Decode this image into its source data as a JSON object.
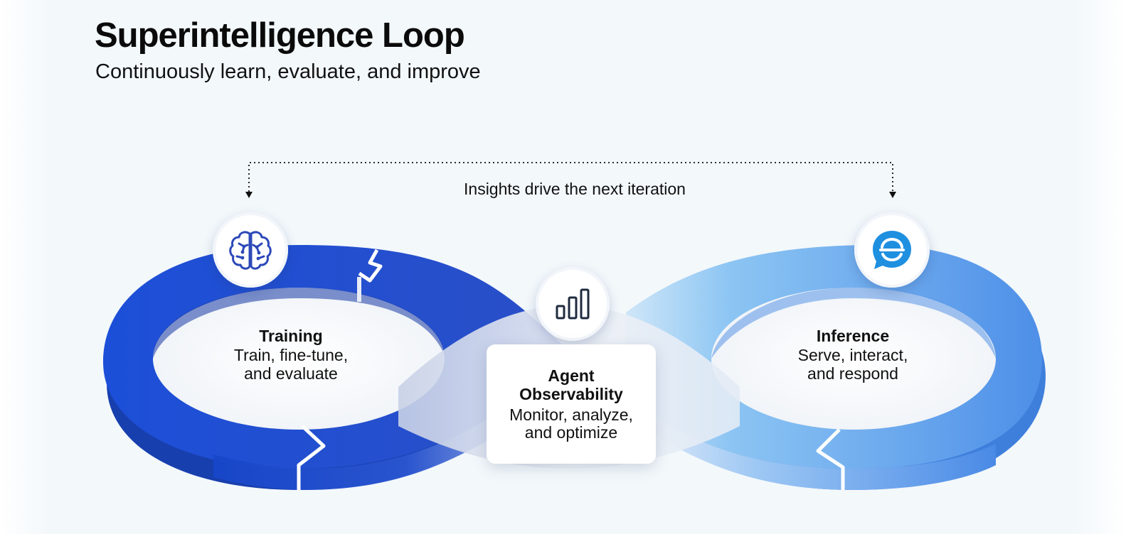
{
  "header": {
    "title": "Superintelligence Loop",
    "subtitle": "Continuously learn, evaluate, and improve"
  },
  "feedback": {
    "caption": "Insights drive the next iteration"
  },
  "stages": {
    "training": {
      "title": "Training",
      "desc_line1": "Train, fine-tune,",
      "desc_line2": "and evaluate",
      "icon": "brain-icon"
    },
    "inference": {
      "title": "Inference",
      "desc_line1": "Serve, interact,",
      "desc_line2": "and respond",
      "icon": "chat-bubble-icon"
    },
    "observability": {
      "title_line1": "Agent",
      "title_line2": "Observability",
      "desc_line1": "Monitor, analyze,",
      "desc_line2": "and optimize",
      "icon": "bar-chart-icon"
    }
  },
  "colors": {
    "training_loop": "#1d4fd6",
    "inference_loop": "#5a9ff0",
    "icon_accent": "#2d63d4",
    "background": "#f3f8fb"
  }
}
